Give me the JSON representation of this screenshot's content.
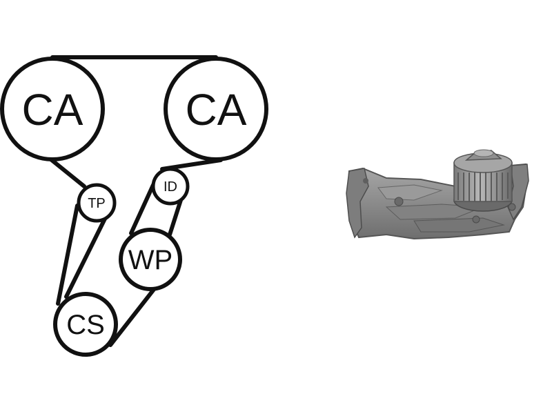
{
  "diagram": {
    "pulleys": {
      "camshaft_left": "CA",
      "camshaft_right": "CA",
      "tensioner": "TP",
      "idler": "ID",
      "water_pump": "WP",
      "crankshaft": "CS"
    }
  },
  "colors": {
    "line": "#111111",
    "background": "#ffffff",
    "pump_body": "#8a8a8a"
  }
}
